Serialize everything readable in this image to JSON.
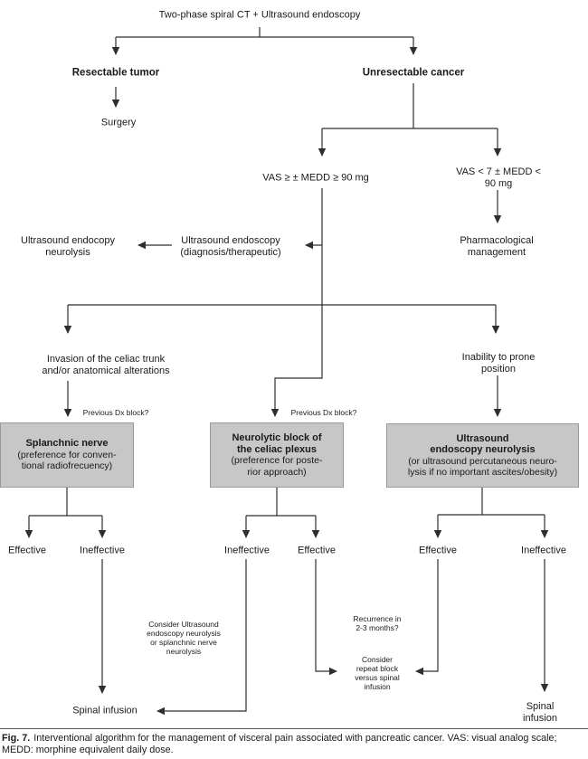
{
  "diagram": {
    "title": "Two-phase spiral CT + Ultrasound endoscopy",
    "nodes": {
      "resectable": "Resectable tumor",
      "surgery": "Surgery",
      "unresectable": "Unresectable cancer",
      "vas_high": "VAS ≥ ± MEDD ≥ 90 mg",
      "vas_low": "VAS < 7 ± MEDD < 90 mg",
      "pharmacological": "Pharmacological\nmanagement",
      "ue_neurolysis": "Ultrasound endocopy\nneurolysis",
      "ue_diagnostic": "Ultrasound endoscopy\n(diagnosis/therapeutic)",
      "invasion": "Invasion of the celiac trunk\nand/or anatomical alterations",
      "inability": "Inability to prone position",
      "previous_dx_left": "Previous Dx block?",
      "previous_dx_mid": "Previous Dx block?",
      "effective_left": "Effective",
      "ineffective_left": "Ineffective",
      "ineffective_mid": "Ineffective",
      "effective_mid": "Effective",
      "effective_right": "Effective",
      "ineffective_right": "Ineffective",
      "consider_ue": "Consider Ultrasound\nendoscopy neurolysis\nor splanchnic nerve\nneurolysis",
      "recurrence": "Recurrence in\n2-3 months?",
      "consider_repeat": "Consider\nrepeat block\nversus spinal\ninfusion",
      "spinal_left": "Spinal infusion",
      "spinal_right": "Spinal infusion"
    },
    "boxes": {
      "splanchnic": {
        "title": "Splanchnic nerve",
        "body": "(preference for conven-\ntional radiofrecuency)"
      },
      "neurolytic": {
        "title": "Neurolytic block of\nthe celiac plexus",
        "body": "(preference for poste-\nrior approach)"
      },
      "ultrasound": {
        "title": "Ultrasound\nendoscopy neurolysis",
        "body": "(or ultrasound percutaneous neuro-\nlysis if no important ascites/obesity)"
      }
    },
    "colors": {
      "box_fill": "#c7c7c7",
      "box_border": "#9a9a9a",
      "line": "#2e2e2e",
      "text": "#1a1a1a"
    }
  },
  "caption": {
    "label": "Fig. 7.",
    "text": "Interventional algorithm for the management of visceral pain associated with pancreatic cancer. VAS: visual analog scale; MEDD: morphine equivalent daily dose."
  }
}
